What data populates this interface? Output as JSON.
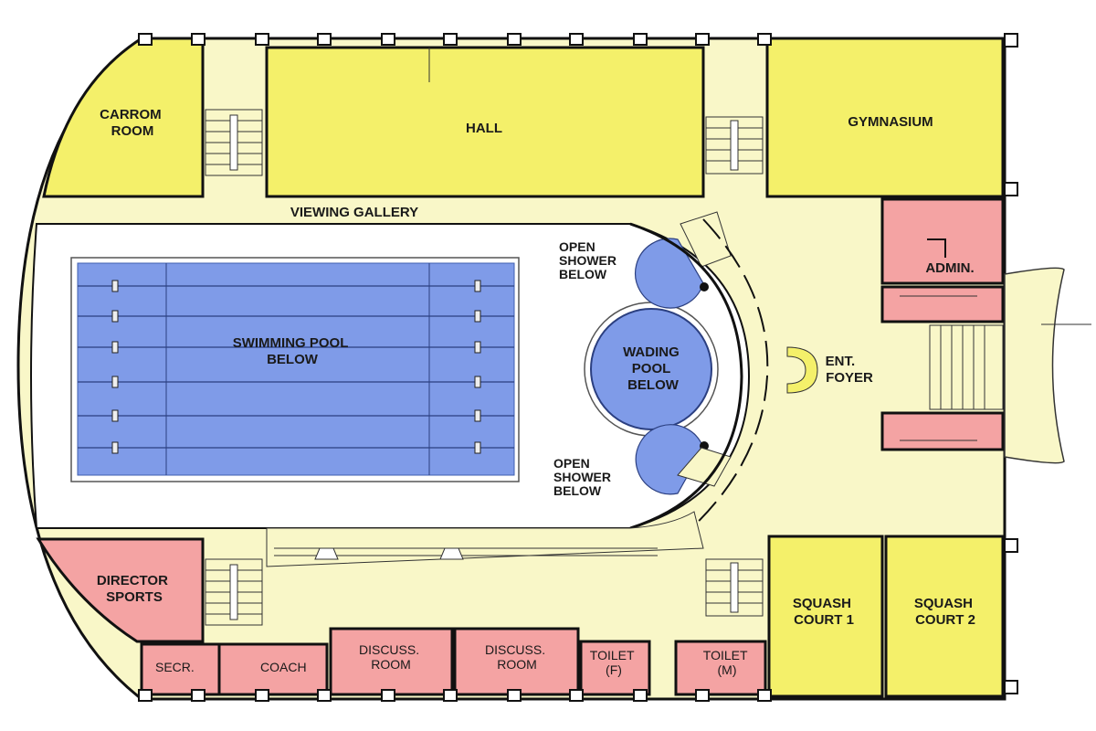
{
  "colors": {
    "yellow": "#f4f06a",
    "cream": "#f9f7c8",
    "pink": "#f4a3a3",
    "blue": "#7f9be8",
    "blue_dark": "#5f7fd6",
    "wall": "#111111"
  },
  "rooms": {
    "carrom": [
      "CARROM",
      "ROOM"
    ],
    "hall": "HALL",
    "gymnasium": "GYMNASIUM",
    "viewing_gallery": "VIEWING GALLERY",
    "admin": "ADMIN.",
    "swimming_pool": [
      "SWIMMING POOL",
      "BELOW"
    ],
    "wading_pool": [
      "WADING",
      "POOL",
      "BELOW"
    ],
    "open_shower_top": [
      "OPEN",
      "SHOWER",
      "BELOW"
    ],
    "open_shower_bottom": [
      "OPEN",
      "SHOWER",
      "BELOW"
    ],
    "ent_foyer": [
      "ENT.",
      "FOYER"
    ],
    "director_sports": [
      "DIRECTOR",
      "SPORTS"
    ],
    "secr": "SECR.",
    "coach": "COACH",
    "discuss_room_1": [
      "DISCUSS.",
      "ROOM"
    ],
    "discuss_room_2": [
      "DISCUSS.",
      "ROOM"
    ],
    "toilet_f": [
      "TOILET",
      "(F)"
    ],
    "toilet_m": [
      "TOILET",
      "(M)"
    ],
    "squash_1": [
      "SQUASH",
      "COURT 1"
    ],
    "squash_2": [
      "SQUASH",
      "COURT 2"
    ]
  }
}
